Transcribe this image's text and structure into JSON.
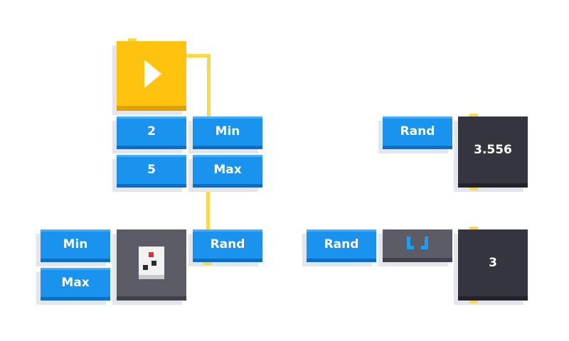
{
  "blocks": {
    "play_label": "",
    "value_two": "2",
    "value_five": "5",
    "min_top": "Min",
    "max_top": "Max",
    "min_left": "Min",
    "max_left": "Max",
    "rand_middle": "Rand",
    "rand_top_right": "Rand",
    "rand_bottom_right": "Rand",
    "output_float": "3.556",
    "output_int": "3"
  },
  "colors": {
    "blue": "#1a93ee",
    "yellow": "#ffc20e",
    "dark": "#35353f",
    "wire": "#f7d94a"
  }
}
